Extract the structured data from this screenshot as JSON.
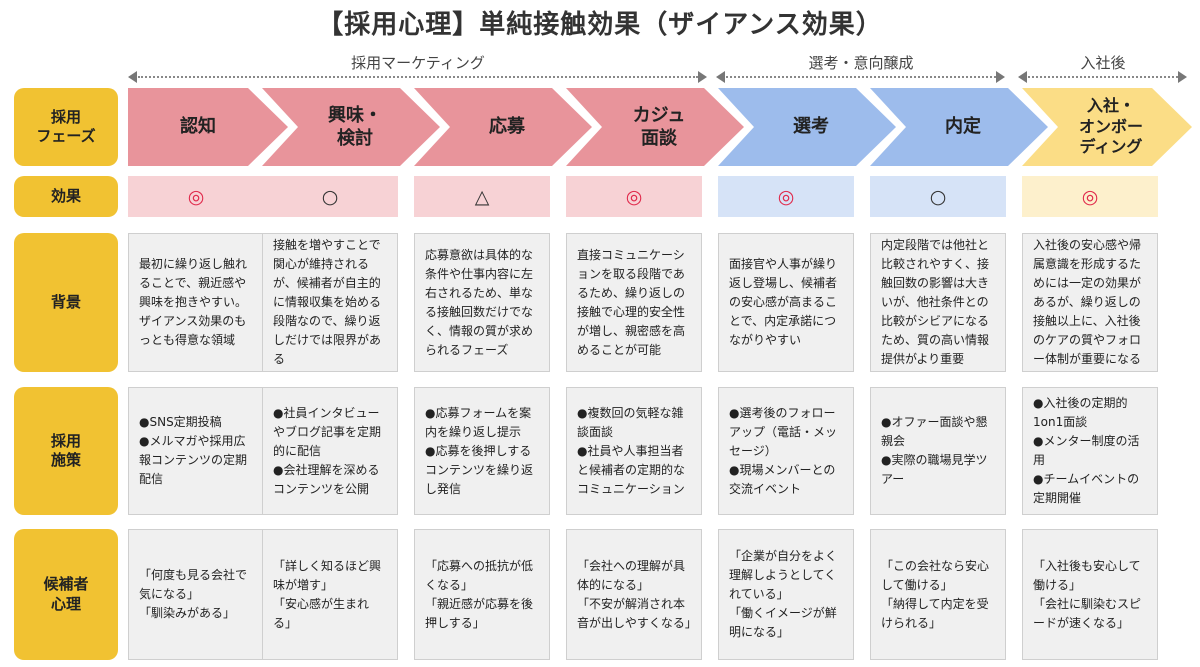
{
  "title": "【採用心理】単純接触効果（ザイアンス効果）",
  "groups": [
    {
      "label": "採用マーケティング"
    },
    {
      "label": "選考・意向醸成"
    },
    {
      "label": "入社後"
    }
  ],
  "row_labels": {
    "phase": "採用\nフェーズ",
    "effect": "効果",
    "background": "背景",
    "measures": "採用\n施策",
    "psychology": "候補者\n心理"
  },
  "colors": {
    "marketing": "#e8949b",
    "selection": "#9dbcec",
    "onboarding": "#fbdd86",
    "row_label": "#f1c232",
    "mark_red": "#e0294b",
    "mark_dark": "#333333"
  },
  "phases": [
    {
      "name": "認知",
      "effect": "◎",
      "effect_color": "#e0294b",
      "background": "最初に繰り返し触れることで、親近感や興味を抱きやすい。ザイアンス効果のもっとも得意な領域",
      "measures": "●SNS定期投稿\n●メルマガや採用広報コンテンツの定期配信",
      "psychology": "「何度も見る会社で気になる」\n「馴染みがある」"
    },
    {
      "name": "興味・\n検討",
      "effect": "○",
      "effect_color": "#333333",
      "background": "接触を増やすことで関心が維持されるが、候補者が自主的に情報収集を始める段階なので、繰り返しだけでは限界がある",
      "measures": "●社員インタビューやブログ記事を定期的に配信\n●会社理解を深めるコンテンツを公開",
      "psychology": "「詳しく知るほど興味が増す」\n「安心感が生まれる」"
    },
    {
      "name": "応募",
      "effect": "△",
      "effect_color": "#333333",
      "background": "応募意欲は具体的な条件や仕事内容に左右されるため、単なる接触回数だけでなく、情報の質が求められるフェーズ",
      "measures": "●応募フォームを案内を繰り返し提示\n●応募を後押しするコンテンツを繰り返し発信",
      "psychology": "「応募への抵抗が低くなる」\n「親近感が応募を後押しする」"
    },
    {
      "name": "カジュ\n面談",
      "effect": "◎",
      "effect_color": "#e0294b",
      "background": "直接コミュニケーションを取る段階であるため、繰り返しの接触で心理的安全性が増し、親密感を高めることが可能",
      "measures": "●複数回の気軽な雑談面談\n●社員や人事担当者と候補者の定期的なコミュニケーション",
      "psychology": "「会社への理解が具体的になる」\n「不安が解消され本音が出しやすくなる」"
    },
    {
      "name": "選考",
      "effect": "◎",
      "effect_color": "#e0294b",
      "background": "面接官や人事が繰り返し登場し、候補者の安心感が高まることで、内定承諾につながりやすい",
      "measures": "●選考後のフォローアップ（電話・メッセージ）\n●現場メンバーとの交流イベント",
      "psychology": "「企業が自分をよく理解しようとしてくれている」\n「働くイメージが鮮明になる」"
    },
    {
      "name": "内定",
      "effect": "○",
      "effect_color": "#333333",
      "background": "内定段階では他社と比較されやすく、接触回数の影響は大きいが、他社条件との比較がシビアになるため、質の高い情報提供がより重要",
      "measures": "●オファー面談や懇親会\n●実際の職場見学ツアー",
      "psychology": "「この会社なら安心して働ける」\n「納得して内定を受けられる」"
    },
    {
      "name": "入社・\nオンボー\nディング",
      "effect": "◎",
      "effect_color": "#e0294b",
      "background": "入社後の安心感や帰属意識を形成するためには一定の効果があるが、繰り返しの接触以上に、入社後のケアの質やフォロー体制が重要になる",
      "measures": "●入社後の定期的1on1面談\n●メンター制度の活用\n●チームイベントの定期開催",
      "psychology": "「入社後も安心して働ける」\n「会社に馴染むスピードが速くなる」"
    }
  ]
}
